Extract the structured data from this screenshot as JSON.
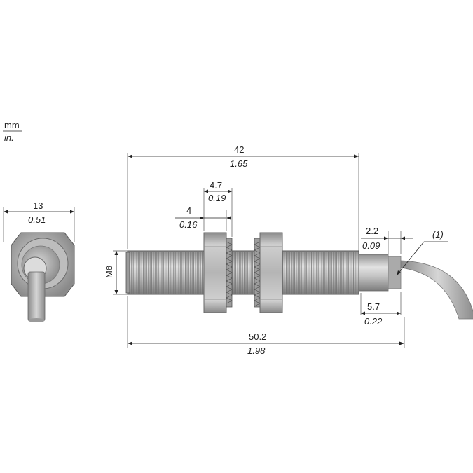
{
  "units": {
    "primary": "mm",
    "secondary": "in."
  },
  "dimensions": {
    "total_body_length": {
      "mm": "42",
      "in": "1.65"
    },
    "nut_width": {
      "mm": "4.7",
      "in": "0.19"
    },
    "nut_offset": {
      "mm": "4",
      "in": "0.16"
    },
    "nut_across_flats": {
      "mm": "13",
      "in": "0.51"
    },
    "thread": "M8",
    "led_ring": {
      "mm": "2.2",
      "in": "0.09"
    },
    "cable_end": {
      "mm": "5.7",
      "in": "0.22"
    },
    "overall_length": {
      "mm": "50.2",
      "in": "1.98"
    }
  },
  "callouts": {
    "note_1": "(1)"
  },
  "colors": {
    "metal": "#b9b9b9",
    "metal_dark": "#8d8d8d",
    "body_end": "#a9a9a9",
    "cable": "#a6a6a6",
    "line": "#222222"
  }
}
